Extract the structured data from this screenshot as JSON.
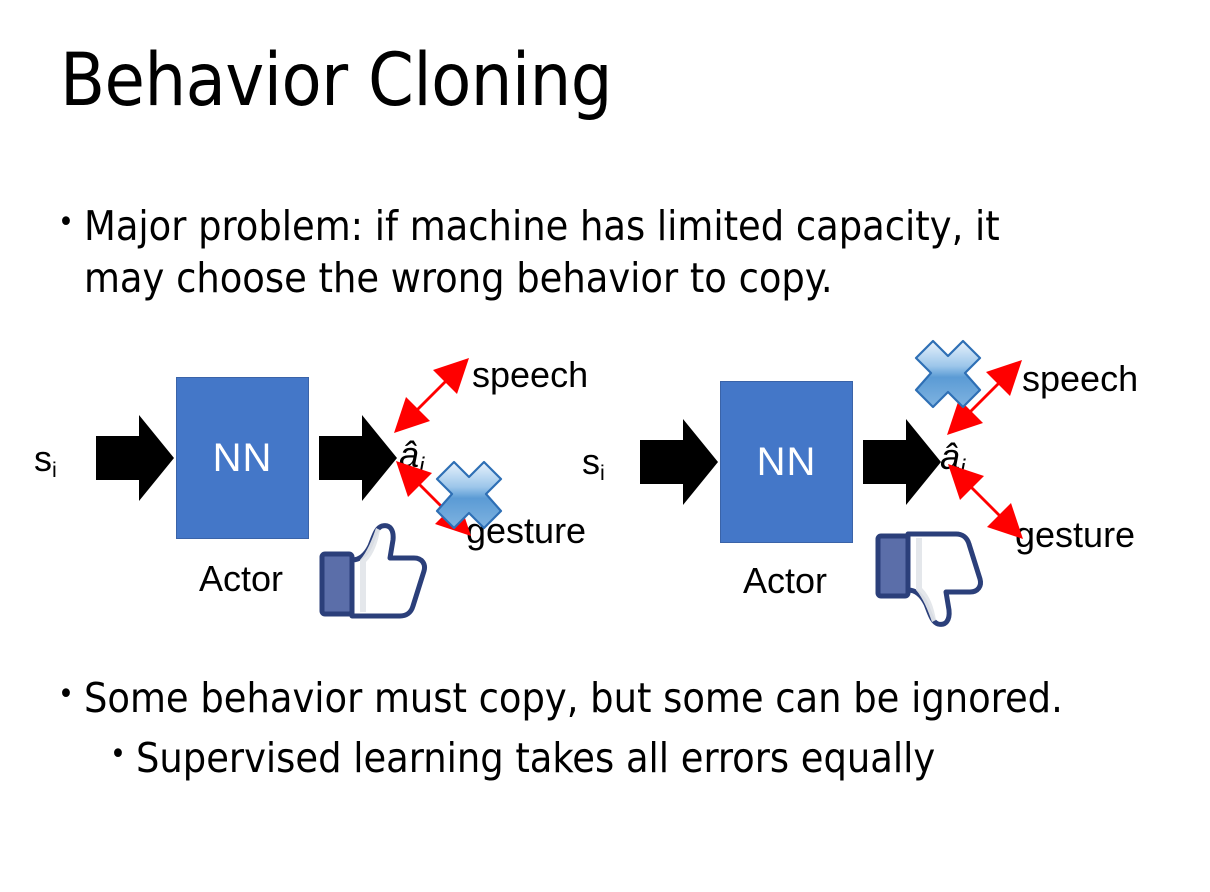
{
  "slide": {
    "title": "Behavior Cloning",
    "background_color": "#ffffff",
    "text_color": "#000000"
  },
  "bullets": {
    "top": {
      "marker": "•",
      "line1": "Major problem: if machine has limited capacity, it",
      "line2": "may choose the wrong behavior to copy."
    },
    "bottom_main": {
      "marker": "•",
      "text": "Some behavior must copy, but some can be ignored."
    },
    "bottom_sub": {
      "marker": "•",
      "text": "Supervised learning takes all errors equally"
    }
  },
  "diagram": {
    "colors": {
      "nn_box_fill": "#4477C8",
      "nn_box_border": "#3a63a8",
      "arrow_black": "#000000",
      "arrow_red": "#FF0000",
      "cross_blue_light": "#cfe3f7",
      "cross_blue_mid": "#5b9bd5",
      "cross_blue_dark": "#2e6fb5",
      "thumb_outline": "#2b3f7a",
      "thumb_cuff": "#5b6ea9",
      "thumb_fill": "#ffffff",
      "thumb_shade": "#e3e6ea"
    },
    "panels": [
      {
        "id": "left",
        "input_label": "s",
        "input_subscript": "i",
        "box_label": "NN",
        "box_caption": "Actor",
        "output_label": "â",
        "output_subscript": "i",
        "branch_up_label": "speech",
        "branch_down_label": "gesture",
        "crossed_branch": "gesture",
        "verdict_icon": "thumbs-up-icon"
      },
      {
        "id": "right",
        "input_label": "s",
        "input_subscript": "i",
        "box_label": "NN",
        "box_caption": "Actor",
        "output_label": "â",
        "output_subscript": "i",
        "branch_up_label": "speech",
        "branch_down_label": "gesture",
        "crossed_branch": "speech",
        "verdict_icon": "thumbs-down-icon"
      }
    ]
  }
}
